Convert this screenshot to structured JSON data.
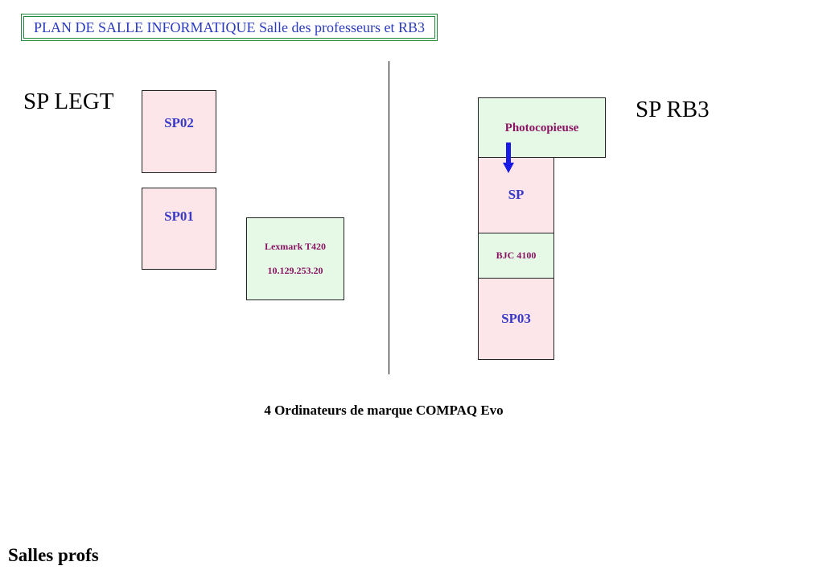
{
  "header": {
    "title": "PLAN DE SALLE INFORMATIQUE Salle des professeurs et RB3"
  },
  "sections": {
    "left_label": "SP LEGT",
    "right_label": "SP RB3"
  },
  "left_room": {
    "sp02": "SP02",
    "sp01": "SP01",
    "printer_name": "Lexmark T420",
    "printer_ip": "10.129.253.20"
  },
  "right_room": {
    "photocopier": "Photocopieuse",
    "sp": "SP",
    "bjc": "BJC 4100",
    "sp03": "SP03"
  },
  "footnote": "4 Ordinateurs de marque COMPAQ Evo",
  "bottom_label": "Salles profs",
  "colors": {
    "title_text": "#2b3bbf",
    "title_border": "#1f8a3a",
    "pc_fill": "#fde6e9",
    "pc_text": "#3a3ac8",
    "printer_fill": "#e6f9e6",
    "printer_text": "#8a1463",
    "arrow": "#1a1ae6"
  }
}
